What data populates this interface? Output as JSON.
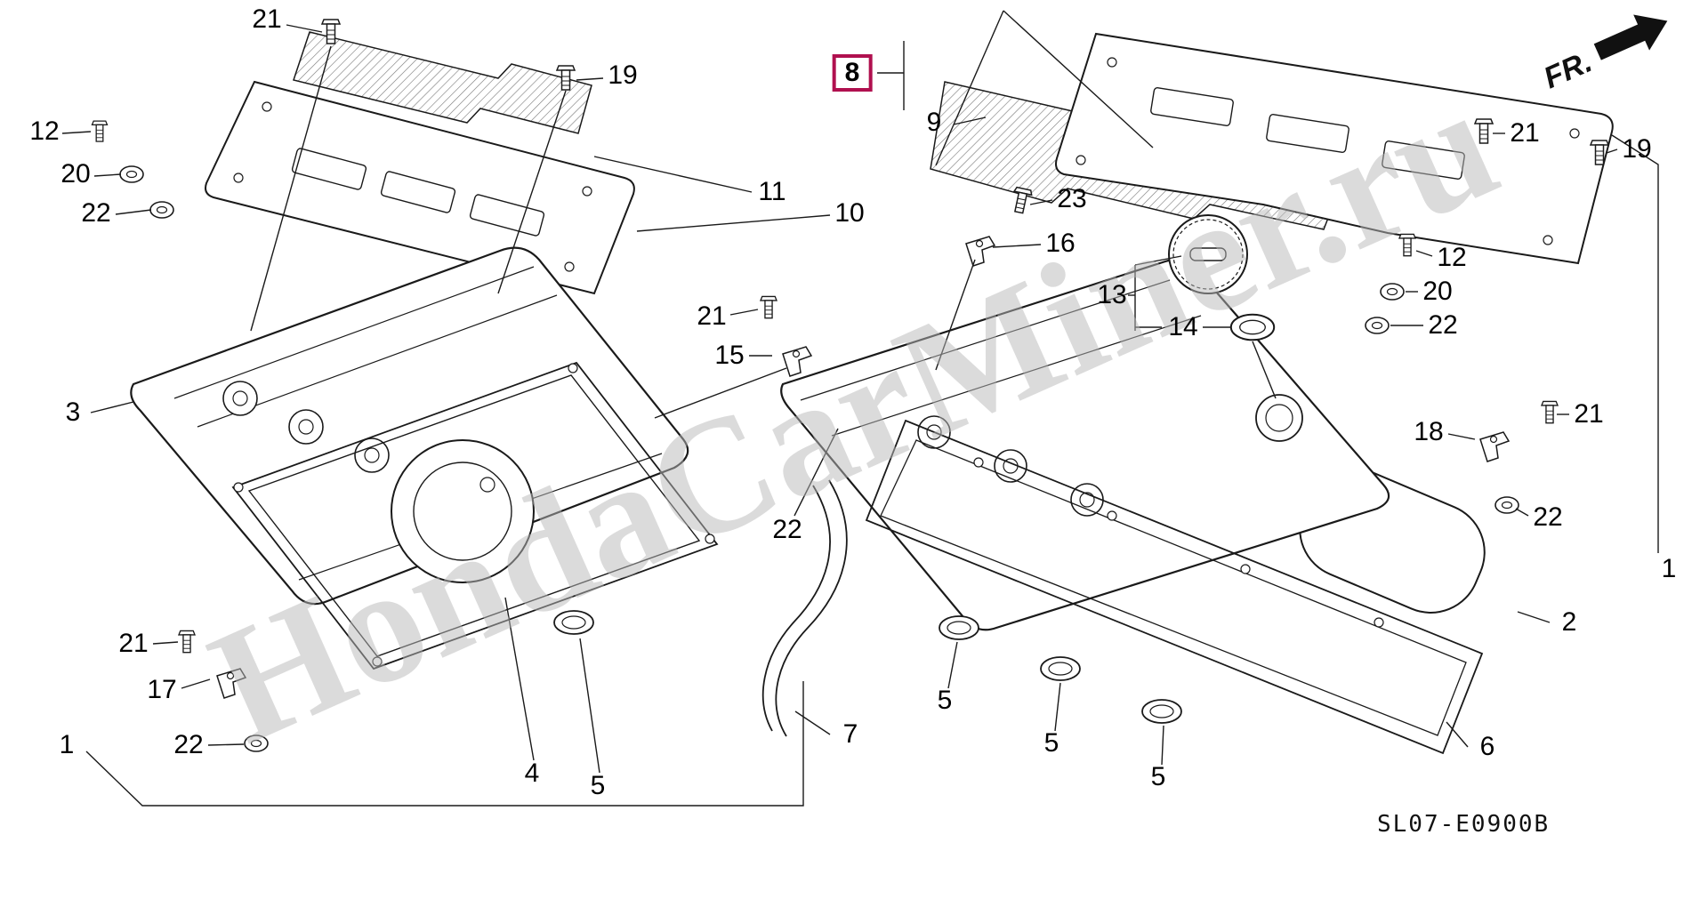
{
  "meta": {
    "diagram_code": "SL07-E0900B",
    "fr_label": "FR.",
    "watermark": "HondaCarMiner.ru"
  },
  "colors": {
    "highlight_box": "#b0104f",
    "line": "#1a1a1a",
    "watermark": "#b9b9b9"
  },
  "callouts": [
    {
      "label": "21"
    },
    {
      "label": "19"
    },
    {
      "label": "12"
    },
    {
      "label": "20"
    },
    {
      "label": "22"
    },
    {
      "label": "11"
    },
    {
      "label": "10"
    },
    {
      "label": "3"
    },
    {
      "label": "21"
    },
    {
      "label": "15"
    },
    {
      "label": "22"
    },
    {
      "label": "21"
    },
    {
      "label": "17"
    },
    {
      "label": "1"
    },
    {
      "label": "22"
    },
    {
      "label": "4"
    },
    {
      "label": "5"
    },
    {
      "label": "7"
    },
    {
      "label": "8"
    },
    {
      "label": "9"
    },
    {
      "label": "21"
    },
    {
      "label": "19"
    },
    {
      "label": "23"
    },
    {
      "label": "16"
    },
    {
      "label": "13"
    },
    {
      "label": "12"
    },
    {
      "label": "14"
    },
    {
      "label": "20"
    },
    {
      "label": "22"
    },
    {
      "label": "18"
    },
    {
      "label": "21"
    },
    {
      "label": "22"
    },
    {
      "label": "1"
    },
    {
      "label": "2"
    },
    {
      "label": "5"
    },
    {
      "label": "5"
    },
    {
      "label": "5"
    },
    {
      "label": "6"
    }
  ]
}
